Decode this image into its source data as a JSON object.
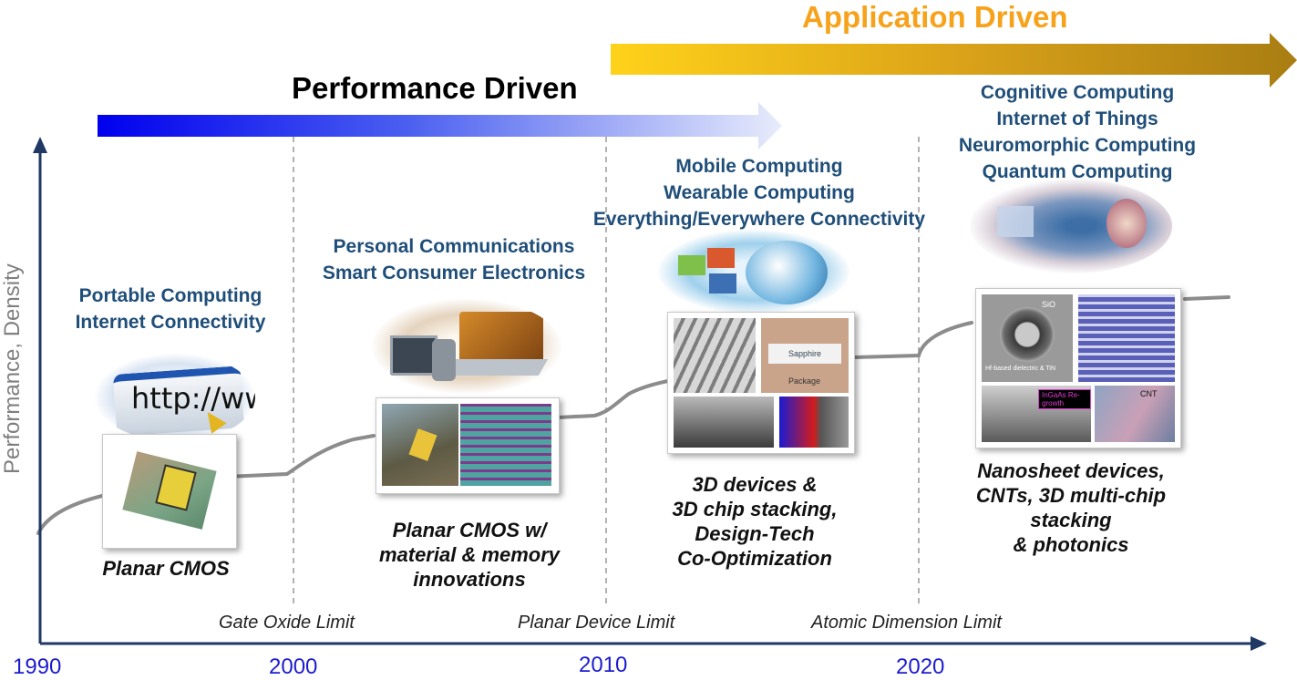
{
  "eras": {
    "performance": {
      "label": "Performance Driven"
    },
    "application": {
      "label": "Application Driven"
    }
  },
  "axes": {
    "ylabel": "Performance, Density",
    "years": [
      "1990",
      "2000",
      "2010",
      "2020"
    ]
  },
  "limits": [
    "Gate Oxide Limit",
    "Planar Device Limit",
    "Atomic Dimension Limit"
  ],
  "applications": [
    {
      "lines": [
        "Portable Computing",
        "Internet Connectivity"
      ]
    },
    {
      "lines": [
        "Personal Communications",
        "Smart Consumer Electronics"
      ]
    },
    {
      "lines": [
        "Mobile Computing",
        "Wearable Computing",
        "Everything/Everywhere Connectivity"
      ]
    },
    {
      "lines": [
        "Cognitive Computing",
        "Internet of Things",
        "Neuromorphic Computing",
        "Quantum Computing"
      ]
    }
  ],
  "technologies": [
    {
      "lines": [
        "Planar CMOS"
      ]
    },
    {
      "lines": [
        "Planar CMOS w/",
        "material & memory",
        "innovations"
      ]
    },
    {
      "lines": [
        "3D devices &",
        "3D chip stacking,",
        "Design-Tech",
        "Co-Optimization"
      ]
    },
    {
      "lines": [
        "Nanosheet devices,",
        "CNTs, 3D multi-chip",
        "stacking",
        "& photonics"
      ]
    }
  ],
  "images": {
    "http_text": "http://ww",
    "chip_labels": [
      "SiO",
      "Hf-based dielectric & TiN",
      "InGaAs Re-growth",
      "CNT",
      "Package",
      "Sapphire"
    ]
  },
  "colors": {
    "performance_arrow": "#0000ee",
    "application_arrow": "#b8860b",
    "application_title": "#f7a21b",
    "application_text": "#1f4e79",
    "year_text": "#1c1ccf",
    "axis": "#1f3864",
    "curve": "#8c8c8c"
  }
}
